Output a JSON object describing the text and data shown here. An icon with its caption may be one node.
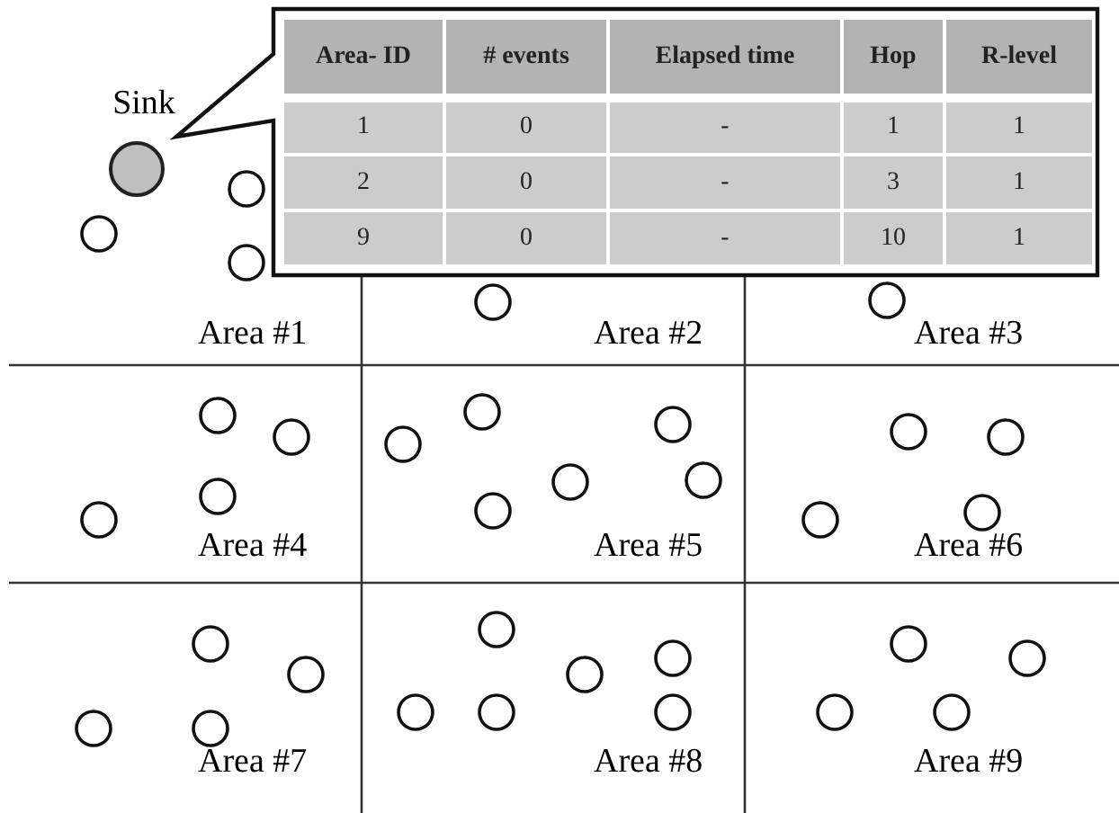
{
  "diagram": {
    "nodes": [
      {
        "text": [
          "Sink"
        ]
      }
    ],
    "labels": [
      "Area- ID",
      "# events",
      "Elapsed time",
      "Hop",
      "R-level",
      "1",
      "0",
      "-",
      "1",
      "1",
      "2",
      "0",
      "-",
      "3",
      "1",
      "9",
      "0",
      "-",
      "10",
      "1",
      "Area #1",
      "Area #2",
      "Area #3",
      "Area #4",
      "Area #5",
      "Area #6",
      "Area #7",
      "Area #8",
      "Area #9"
    ]
  }
}
